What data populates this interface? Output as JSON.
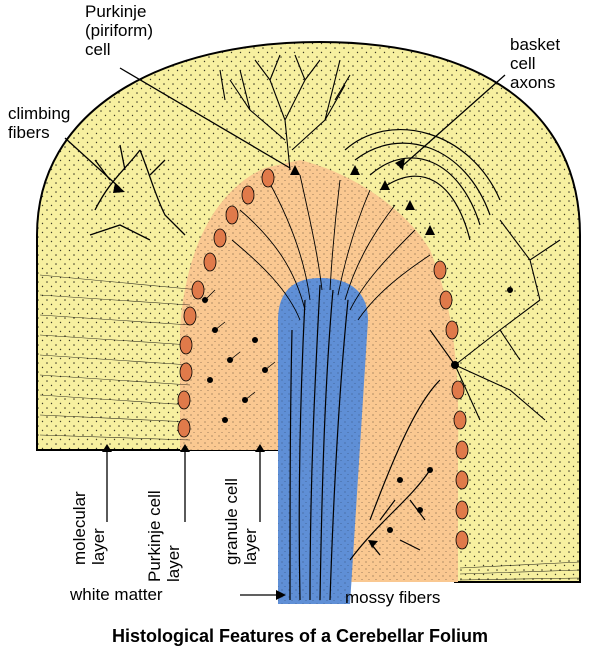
{
  "labels": {
    "purkinje": "Purkinje\n(piriform)\ncell",
    "basket": "basket\ncell\naxons",
    "climbing": "climbing\nfibers",
    "white_matter": "white matter",
    "mossy": "mossy fibers",
    "molecular_layer": "molecular\nlayer",
    "purkinje_cell_layer": "Purkinje cell\nlayer",
    "granule_cell_layer": "granule cell\nlayer"
  },
  "caption": "Histological Features of a Cerebellar Folium",
  "colors": {
    "molecular": "#f7f0a0",
    "granular": "#fac891",
    "white_matter": "#5f8fd6",
    "purkinje_soma": "#e07a4a",
    "ink": "#000000"
  }
}
